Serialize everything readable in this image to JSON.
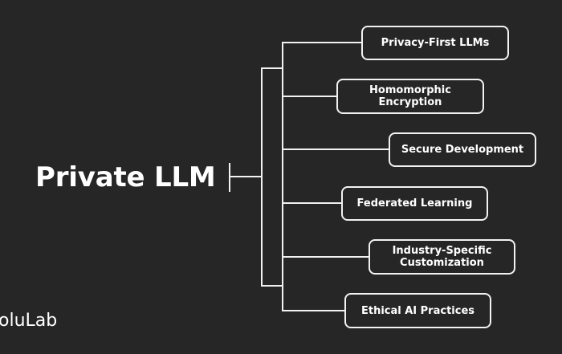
{
  "diagram": {
    "root": {
      "label": "Private LLM"
    },
    "branches": [
      {
        "label": "Privacy-First LLMs"
      },
      {
        "label": "Homomorphic Encryption"
      },
      {
        "label": "Secure Development"
      },
      {
        "label": "Federated Learning"
      },
      {
        "label": "Industry-Specific Customization"
      },
      {
        "label": "Ethical AI Practices"
      }
    ]
  },
  "brand": {
    "text": "oluLab"
  },
  "colors": {
    "background": "#262626",
    "line": "#f2f2f2",
    "text": "#ffffff"
  }
}
